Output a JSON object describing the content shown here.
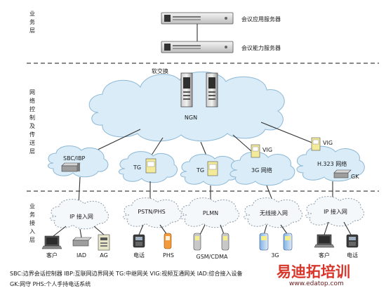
{
  "layers": {
    "service": "业务层",
    "control": "网络控制及传送层",
    "access": "业务接入层"
  },
  "servers": {
    "app": "会议应用服务器",
    "capability": "会议能力服务器"
  },
  "core": {
    "softswitch": "软交换",
    "ngn": "NGN"
  },
  "gateways": {
    "sbc": "SBC/IBP",
    "tg1": "TG",
    "tg2": "TG",
    "net3g": "3G 网络",
    "h323": "H.323 网络",
    "vig1": "VIG",
    "vig2": "VIG",
    "gk": "GK"
  },
  "access_nets": {
    "ip1": "IP 接入网",
    "pstn": "PSTN/PHS",
    "plmn": "PLMN",
    "wireless": "无线接入网",
    "ip2": "IP 接入网"
  },
  "terminals": {
    "client1": "客户",
    "iad1": "IAD",
    "ag": "AG",
    "phone1": "电话",
    "phs": "PHS",
    "gsm": "GSM/CDMA",
    "t3g": "3G",
    "client2": "客户",
    "phone2": "电话"
  },
  "legend": {
    "line1": "SBC:边界会话控制器  IBP:互联网边界网关  TG:中继网关  VIG:视频互通网关  IAD:综合接入设备",
    "line2": "GK:网守  PHS:个人手持电话系统"
  },
  "watermark": {
    "brand": "易迪拓培训",
    "url": "www.edatop.com"
  }
}
